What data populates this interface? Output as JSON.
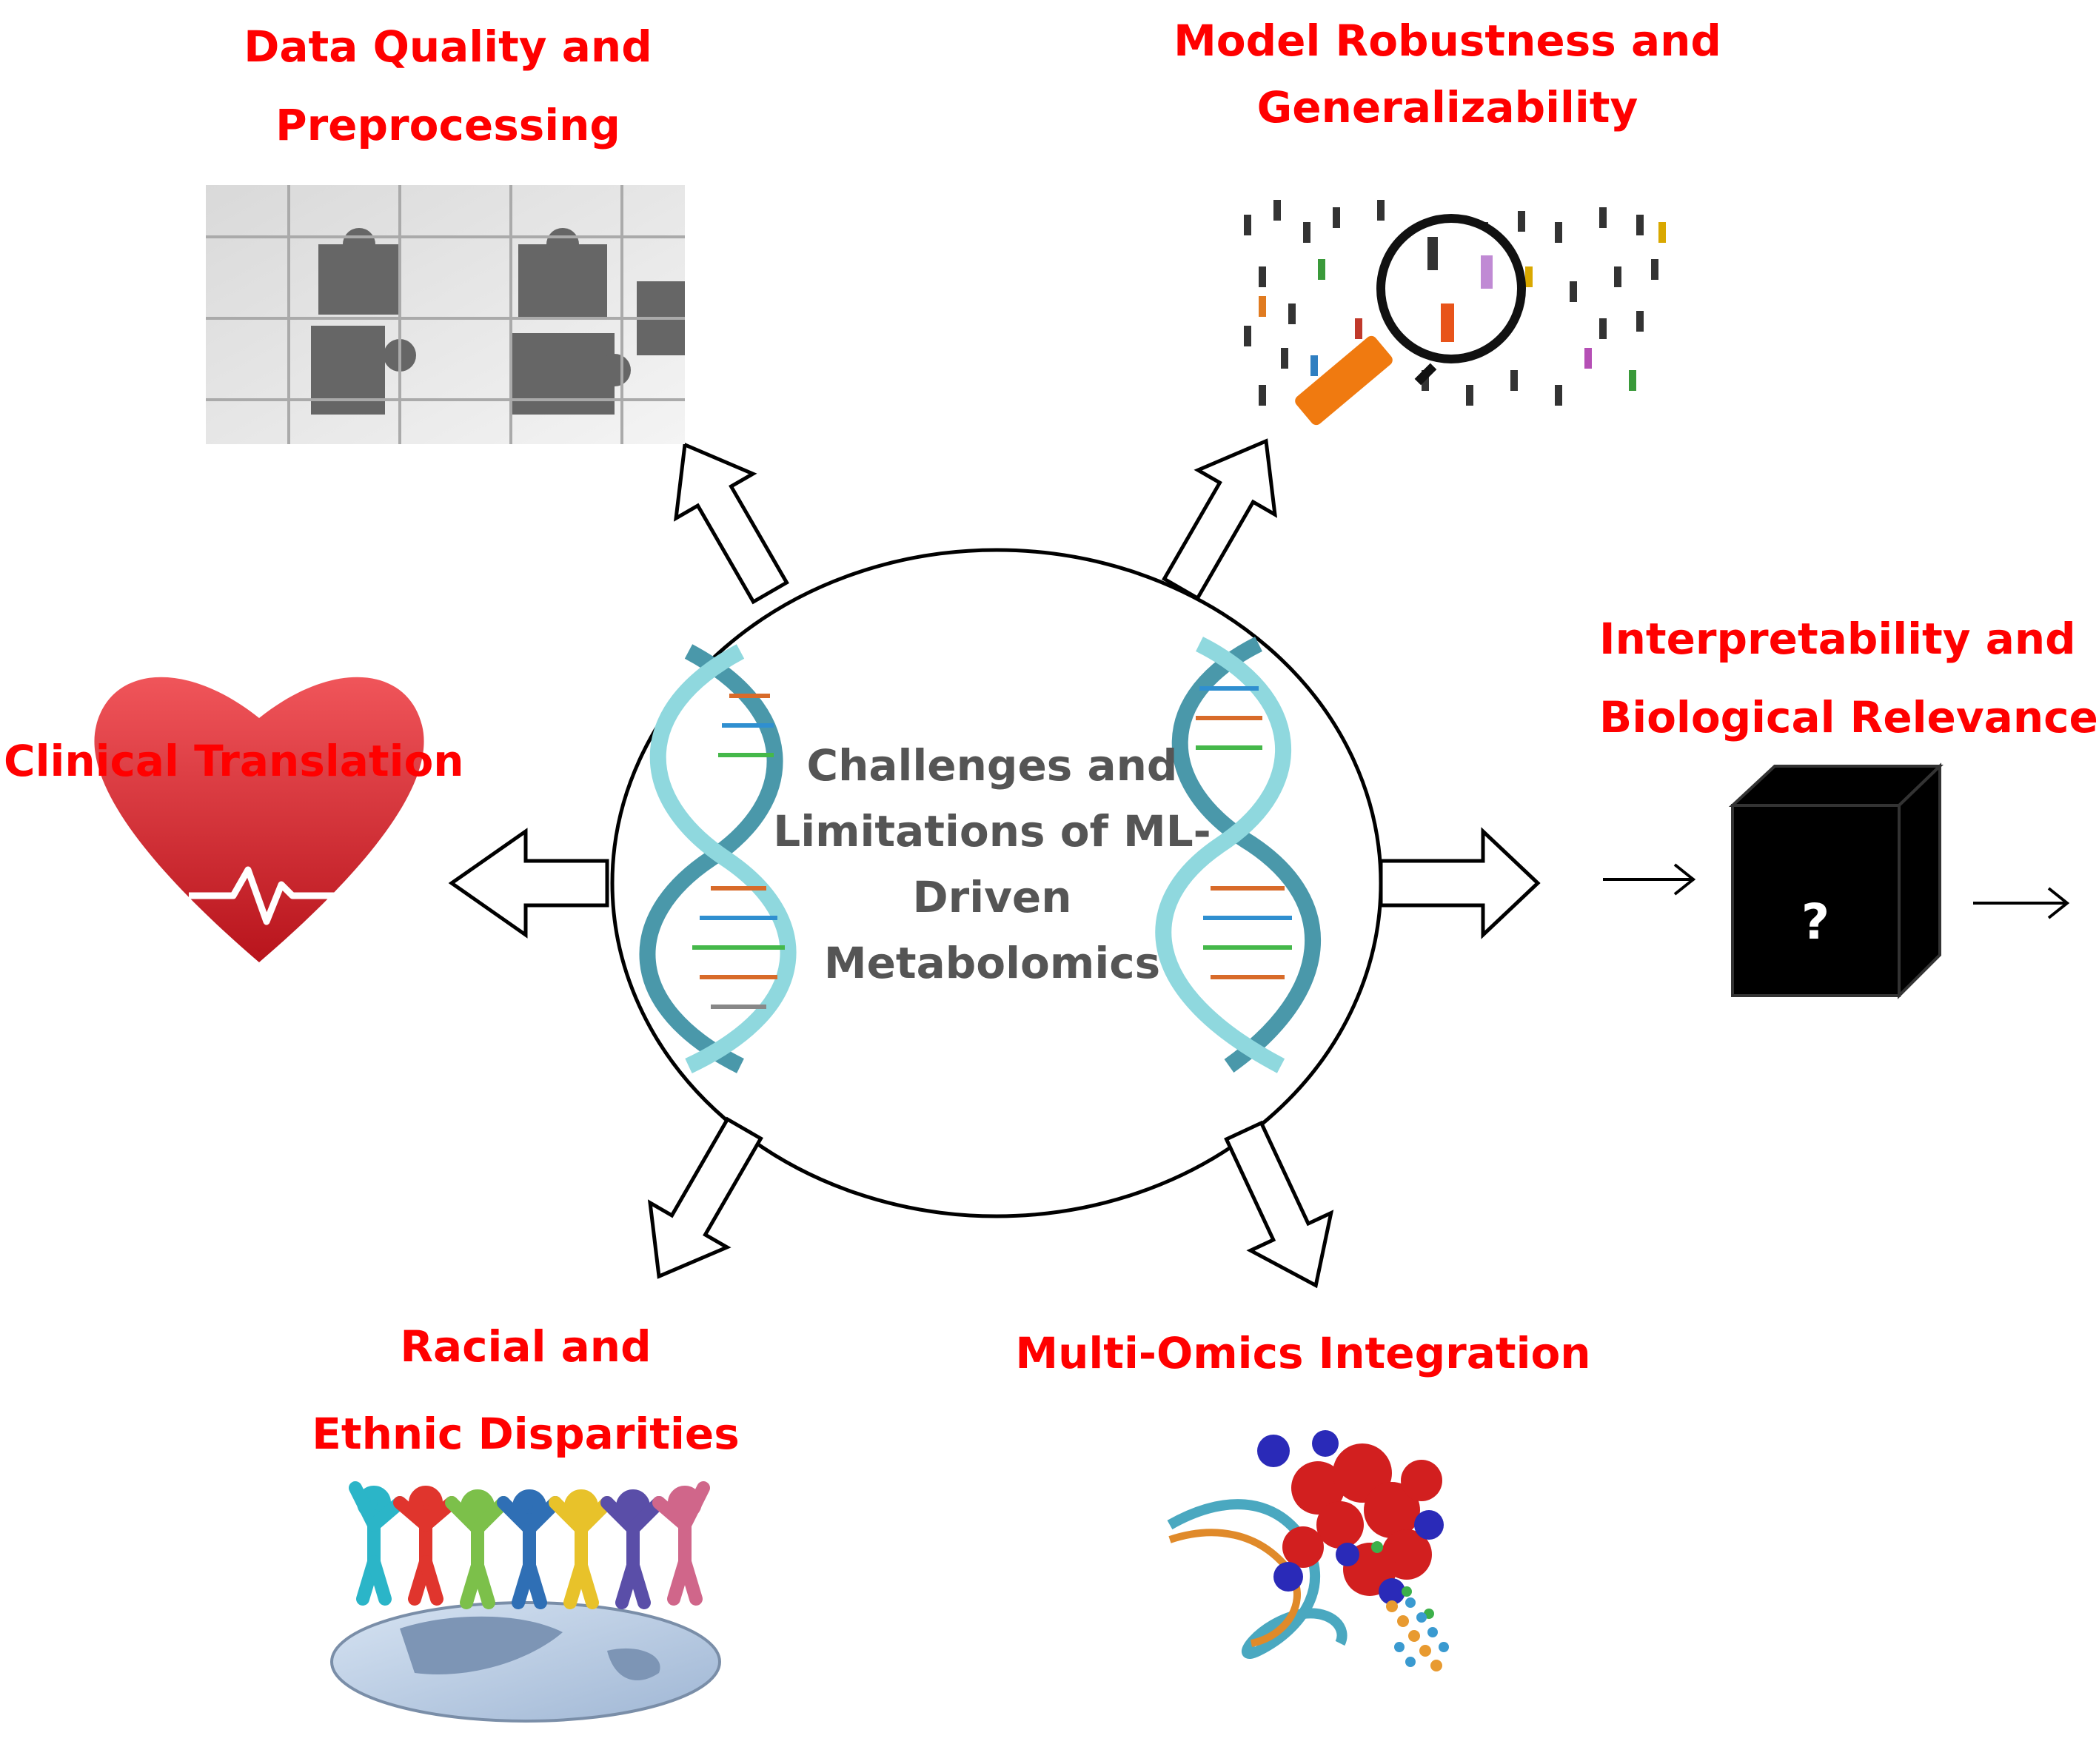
{
  "center": {
    "title_lines": [
      "Challenges and",
      "Limitations of ML-",
      "Driven",
      "Metabolomics"
    ]
  },
  "topics": {
    "data_quality": {
      "lines": [
        "Data Quality and",
        "Preprocessing"
      ],
      "icon": "puzzle-icon"
    },
    "model_robustness": {
      "lines": [
        "Model Robustness and",
        "Generalizability"
      ],
      "icon": "magnifier-crowd-icon"
    },
    "interpretability": {
      "lines": [
        "Interpretability and",
        "Biological Relevance"
      ],
      "icon": "black-box-icon",
      "box_symbol": "?"
    },
    "clinical_translation": {
      "lines": [
        "Clinical Translation"
      ],
      "icon": "heartbeat-icon"
    },
    "racial_ethnic": {
      "lines": [
        "Racial and",
        "Ethnic Disparities"
      ],
      "icon": "people-globe-icon"
    },
    "multi_omics": {
      "lines": [
        "Multi-Omics Integration"
      ],
      "icon": "dna-protein-icon"
    }
  },
  "colors": {
    "label": "#ff0000",
    "center_text": "#555555",
    "outline": "#000000",
    "dna_teal": "#5ab5c4",
    "heart": "#d9282e"
  }
}
